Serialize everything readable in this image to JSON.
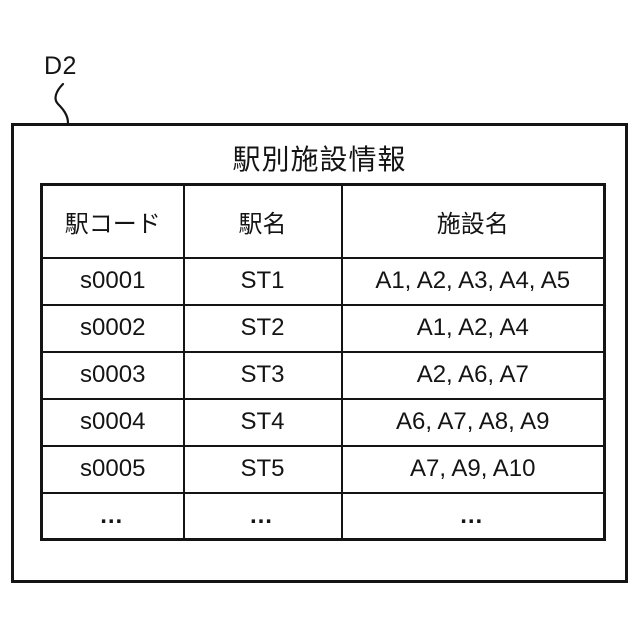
{
  "figure": {
    "reference_label": "D2",
    "title": "駅別施設情報"
  },
  "table": {
    "headers": [
      "駅コード",
      "駅名",
      "施設名"
    ],
    "rows": [
      [
        "s0001",
        "ST1",
        "A1, A2, A3, A4, A5"
      ],
      [
        "s0002",
        "ST2",
        "A1, A2, A4"
      ],
      [
        "s0003",
        "ST3",
        "A2, A6, A7"
      ],
      [
        "s0004",
        "ST4",
        "A6, A7, A8, A9"
      ],
      [
        "s0005",
        "ST5",
        "A7, A9, A10"
      ],
      [
        "…",
        "…",
        "…"
      ]
    ]
  },
  "colors": {
    "line": "#141414",
    "background": "#ffffff"
  }
}
